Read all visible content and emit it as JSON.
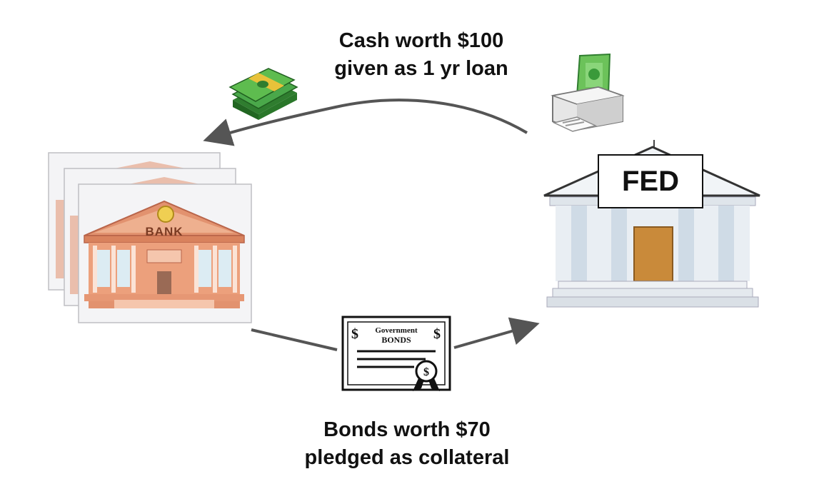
{
  "colors": {
    "arrow": "#555555",
    "brick": "#e2926f",
    "money_green": "#3c9a3c",
    "fed_door": "#c98a3a"
  },
  "icons": [
    "money-stack-icon",
    "printer-icon",
    "bank-building-icon",
    "fed-building-icon",
    "government-bonds-icon"
  ],
  "top_flow": {
    "line1": "Cash worth $100",
    "line2": "given as 1 yr loan"
  },
  "bottom_flow": {
    "line1": "Bonds worth $70",
    "line2": "pledged as collateral"
  },
  "bank": {
    "sign": "BANK"
  },
  "fed": {
    "label": "FED"
  },
  "bonds": {
    "title_line1": "Government",
    "title_line2": "BONDS",
    "symbol": "$"
  }
}
